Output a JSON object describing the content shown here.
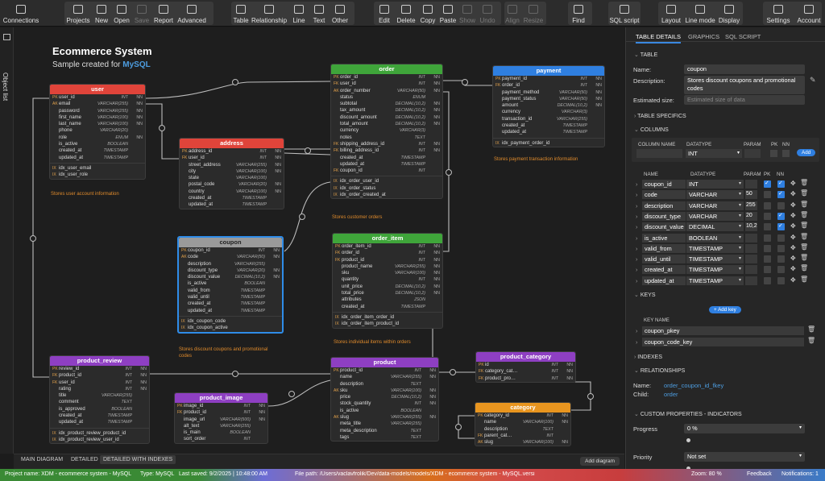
{
  "toolbar": {
    "items": [
      {
        "label": "Connections",
        "icon": "connections-icon"
      },
      {
        "label": "Projects",
        "icon": "projects-icon"
      },
      {
        "label": "New",
        "icon": "new-icon"
      },
      {
        "label": "Open",
        "icon": "open-icon"
      },
      {
        "label": "Save",
        "icon": "save-icon",
        "disabled": true
      },
      {
        "label": "Report",
        "icon": "report-icon"
      },
      {
        "label": "Advanced",
        "icon": "advanced-icon"
      },
      {
        "label": "Table",
        "icon": "table-icon"
      },
      {
        "label": "Relationship",
        "icon": "relationship-icon"
      },
      {
        "label": "Line",
        "icon": "line-icon"
      },
      {
        "label": "Text",
        "icon": "text-icon"
      },
      {
        "label": "Other",
        "icon": "other-icon"
      },
      {
        "label": "Edit",
        "icon": "edit-icon"
      },
      {
        "label": "Delete",
        "icon": "delete-icon"
      },
      {
        "label": "Copy",
        "icon": "copy-icon"
      },
      {
        "label": "Paste",
        "icon": "paste-icon"
      },
      {
        "label": "Show",
        "icon": "show-icon",
        "disabled": true
      },
      {
        "label": "Undo",
        "icon": "undo-icon",
        "disabled": true
      },
      {
        "label": "Align",
        "icon": "align-icon",
        "disabled": true
      },
      {
        "label": "Resize",
        "icon": "resize-icon",
        "disabled": true
      },
      {
        "label": "Find",
        "icon": "find-icon"
      },
      {
        "label": "SQL script",
        "icon": "sql-script-icon"
      },
      {
        "label": "Layout",
        "icon": "layout-icon"
      },
      {
        "label": "Line mode",
        "icon": "line-mode-icon"
      },
      {
        "label": "Display",
        "icon": "display-icon"
      },
      {
        "label": "Settings",
        "icon": "settings-icon"
      },
      {
        "label": "Account",
        "icon": "account-icon"
      }
    ]
  },
  "sidebar": {
    "label": "Object list"
  },
  "diagram": {
    "title": "Ecommerce System",
    "subtitle_prefix": "Sample created for ",
    "subtitle_brand": "MySQL",
    "tables": {
      "user": {
        "name": "user",
        "color": "#e0443a",
        "rows": [
          [
            "PK",
            "user_id",
            "INT",
            "NN"
          ],
          [
            "AK",
            "email",
            "VARCHAR(255)",
            "NN"
          ],
          [
            "",
            "password",
            "VARCHAR(255)",
            "NN"
          ],
          [
            "",
            "first_name",
            "VARCHAR(100)",
            "NN"
          ],
          [
            "",
            "last_name",
            "VARCHAR(100)",
            "NN"
          ],
          [
            "",
            "phone",
            "VARCHAR(20)",
            ""
          ],
          [
            "",
            "role",
            "ENUM",
            "NN"
          ],
          [
            "",
            "is_active",
            "BOOLEAN",
            ""
          ],
          [
            "",
            "created_at",
            "TIMESTAMP",
            ""
          ],
          [
            "",
            "updated_at",
            "TIMESTAMP",
            ""
          ]
        ],
        "indexes": [
          "idx_user_email",
          "idx_user_role"
        ],
        "note": "Stores user account information"
      },
      "address": {
        "name": "address",
        "color": "#e0443a",
        "rows": [
          [
            "PK",
            "address_id",
            "INT",
            "NN"
          ],
          [
            "FK",
            "user_id",
            "INT",
            "NN"
          ],
          [
            "",
            "street_address",
            "VARCHAR(255)",
            "NN"
          ],
          [
            "",
            "city",
            "VARCHAR(100)",
            "NN"
          ],
          [
            "",
            "state",
            "VARCHAR(100)",
            ""
          ],
          [
            "",
            "postal_code",
            "VARCHAR(20)",
            "NN"
          ],
          [
            "",
            "country",
            "VARCHAR(100)",
            "NN"
          ],
          [
            "",
            "created_at",
            "TIMESTAMP",
            ""
          ],
          [
            "",
            "updated_at",
            "TIMESTAMP",
            ""
          ]
        ]
      },
      "order": {
        "name": "order",
        "color": "#3fa53a",
        "rows": [
          [
            "PK",
            "order_id",
            "INT",
            "NN"
          ],
          [
            "FK",
            "user_id",
            "INT",
            "NN"
          ],
          [
            "AK",
            "order_number",
            "VARCHAR(50)",
            "NN"
          ],
          [
            "",
            "status",
            "ENUM",
            ""
          ],
          [
            "",
            "subtotal",
            "DECIMAL(10,2)",
            "NN"
          ],
          [
            "",
            "tax_amount",
            "DECIMAL(10,2)",
            "NN"
          ],
          [
            "",
            "discount_amount",
            "DECIMAL(10,2)",
            "NN"
          ],
          [
            "",
            "total_amount",
            "DECIMAL(10,2)",
            "NN"
          ],
          [
            "",
            "currency",
            "VARCHAR(3)",
            ""
          ],
          [
            "",
            "notes",
            "TEXT",
            ""
          ],
          [
            "FK",
            "shipping_address_id",
            "INT",
            "NN"
          ],
          [
            "FK",
            "billing_address_id",
            "INT",
            "NN"
          ],
          [
            "",
            "created_at",
            "TIMESTAMP",
            ""
          ],
          [
            "",
            "updated_at",
            "TIMESTAMP",
            ""
          ],
          [
            "FK",
            "coupon_id",
            "INT",
            ""
          ]
        ],
        "indexes": [
          "idx_order_user_id",
          "idx_order_status",
          "idx_order_created_at"
        ],
        "note": "Stores customer orders"
      },
      "payment": {
        "name": "payment",
        "color": "#2f7fe0",
        "rows": [
          [
            "PK",
            "payment_id",
            "INT",
            "NN"
          ],
          [
            "FK",
            "order_id",
            "INT",
            "NN"
          ],
          [
            "",
            "payment_method",
            "VARCHAR(50)",
            "NN"
          ],
          [
            "",
            "payment_status",
            "VARCHAR(50)",
            "NN"
          ],
          [
            "",
            "amount",
            "DECIMAL(10,2)",
            "NN"
          ],
          [
            "",
            "currency",
            "VARCHAR(3)",
            ""
          ],
          [
            "",
            "transaction_id",
            "VARCHAR(255)",
            ""
          ],
          [
            "",
            "created_at",
            "TIMESTAMP",
            ""
          ],
          [
            "",
            "updated_at",
            "TIMESTAMP",
            ""
          ]
        ],
        "indexes": [
          "idx_payment_order_id"
        ],
        "note": "Stores payment transaction information"
      },
      "coupon": {
        "name": "coupon",
        "color": "#9a9a9a",
        "rows": [
          [
            "PK",
            "coupon_id",
            "INT",
            "NN"
          ],
          [
            "AK",
            "code",
            "VARCHAR(50)",
            "NN"
          ],
          [
            "",
            "description",
            "VARCHAR(255)",
            ""
          ],
          [
            "",
            "discount_type",
            "VARCHAR(20)",
            "NN"
          ],
          [
            "",
            "discount_value",
            "DECIMAL(10,2)",
            "NN"
          ],
          [
            "",
            "is_active",
            "BOOLEAN",
            ""
          ],
          [
            "",
            "valid_from",
            "TIMESTAMP",
            ""
          ],
          [
            "",
            "valid_until",
            "TIMESTAMP",
            ""
          ],
          [
            "",
            "created_at",
            "TIMESTAMP",
            ""
          ],
          [
            "",
            "updated_at",
            "TIMESTAMP",
            ""
          ]
        ],
        "indexes": [
          "idx_coupon_code",
          "idx_coupon_active"
        ],
        "note": "Stores discount coupons and promotional codes"
      },
      "order_item": {
        "name": "order_item",
        "color": "#3fa53a",
        "rows": [
          [
            "PK",
            "order_item_id",
            "INT",
            "NN"
          ],
          [
            "FK",
            "order_id",
            "INT",
            "NN"
          ],
          [
            "FK",
            "product_id",
            "INT",
            "NN"
          ],
          [
            "",
            "product_name",
            "VARCHAR(255)",
            "NN"
          ],
          [
            "",
            "sku",
            "VARCHAR(100)",
            "NN"
          ],
          [
            "",
            "quantity",
            "INT",
            "NN"
          ],
          [
            "",
            "unit_price",
            "DECIMAL(10,2)",
            "NN"
          ],
          [
            "",
            "total_price",
            "DECIMAL(10,2)",
            "NN"
          ],
          [
            "",
            "attributes",
            "JSON",
            ""
          ],
          [
            "",
            "created_at",
            "TIMESTAMP",
            ""
          ]
        ],
        "indexes": [
          "idx_order_item_order_id",
          "idx_order_item_product_id"
        ],
        "note": "Stores individual items within orders"
      },
      "product_review": {
        "name": "product_review",
        "color": "#8e3fc2",
        "rows": [
          [
            "PK",
            "review_id",
            "INT",
            "NN"
          ],
          [
            "FK",
            "product_id",
            "INT",
            "NN"
          ],
          [
            "FK",
            "user_id",
            "INT",
            "NN"
          ],
          [
            "",
            "rating",
            "INT",
            "NN"
          ],
          [
            "",
            "title",
            "VARCHAR(255)",
            ""
          ],
          [
            "",
            "comment",
            "TEXT",
            ""
          ],
          [
            "",
            "is_approved",
            "BOOLEAN",
            ""
          ],
          [
            "",
            "created_at",
            "TIMESTAMP",
            ""
          ],
          [
            "",
            "updated_at",
            "TIMESTAMP",
            ""
          ]
        ],
        "indexes": [
          "idx_product_review_product_id",
          "idx_product_review_user_id"
        ]
      },
      "product_image": {
        "name": "product_image",
        "color": "#8e3fc2",
        "rows": [
          [
            "PK",
            "image_id",
            "INT",
            "NN"
          ],
          [
            "FK",
            "product_id",
            "INT",
            "NN"
          ],
          [
            "",
            "image_url",
            "VARCHAR(500)",
            "NN"
          ],
          [
            "",
            "alt_text",
            "VARCHAR(255)",
            ""
          ],
          [
            "",
            "is_main",
            "BOOLEAN",
            ""
          ],
          [
            "",
            "sort_order",
            "INT",
            ""
          ]
        ]
      },
      "product": {
        "name": "product",
        "color": "#8e3fc2",
        "rows": [
          [
            "PK",
            "product_id",
            "INT",
            "NN"
          ],
          [
            "",
            "name",
            "VARCHAR(255)",
            "NN"
          ],
          [
            "",
            "description",
            "TEXT",
            ""
          ],
          [
            "AK",
            "sku",
            "VARCHAR(100)",
            "NN"
          ],
          [
            "",
            "price",
            "DECIMAL(10,2)",
            "NN"
          ],
          [
            "",
            "stock_quantity",
            "INT",
            "NN"
          ],
          [
            "",
            "is_active",
            "BOOLEAN",
            ""
          ],
          [
            "AK",
            "slug",
            "VARCHAR(255)",
            "NN"
          ],
          [
            "",
            "meta_title",
            "VARCHAR(255)",
            ""
          ],
          [
            "",
            "meta_description",
            "TEXT",
            ""
          ],
          [
            "",
            "tags",
            "TEXT",
            ""
          ]
        ]
      },
      "product_category": {
        "name": "product_category",
        "color": "#8e3fc2",
        "rows": [
          [
            "PK",
            "id",
            "INT",
            "NN"
          ],
          [
            "FK",
            "category_category_id",
            "INT",
            "NN"
          ],
          [
            "FK",
            "product_product_id",
            "INT",
            "NN"
          ]
        ]
      },
      "category": {
        "name": "category",
        "color": "#e8951f",
        "rows": [
          [
            "PK",
            "category_id",
            "INT",
            "NN"
          ],
          [
            "",
            "name",
            "VARCHAR(100)",
            "NN"
          ],
          [
            "",
            "description",
            "TEXT",
            ""
          ],
          [
            "FK",
            "parent_category_id",
            "INT",
            ""
          ],
          [
            "AK",
            "slug",
            "VARCHAR(100)",
            "NN"
          ]
        ]
      }
    }
  },
  "bottom_tabs": [
    "MAIN DIAGRAM",
    "DETAILED",
    "DETAILED WITH INDEXES"
  ],
  "add_diagram": "Add diagram",
  "status": {
    "project": "Project name: XDM - ecommerce system - MySQL",
    "type": "Type: MySQL",
    "saved": "Last saved: 9/2/2025 | 10:48:00 AM",
    "path": "File path: /Users/vaclavfrolik/Dev/data-models/models/XDM - ecommerce system - MySQL.versi",
    "zoom": "Zoom: 80 %",
    "feedback": "Feedback",
    "notifications": "Notifications: 1"
  },
  "panel": {
    "tabs": [
      "TABLE DETAILS",
      "GRAPHICS",
      "SQL SCRIPT"
    ],
    "table_section": "TABLE",
    "name_label": "Name:",
    "name_value": "coupon",
    "desc_label": "Description:",
    "desc_value": "Stores discount coupons and promotional codes",
    "est_label": "Estimated size:",
    "est_placeholder": "Estimated size of data",
    "specifics": "TABLE SPECIFICS",
    "columns_section": "COLUMNS",
    "new_col": {
      "h_name": "COLUMN NAME",
      "h_type": "DATATYPE",
      "h_param": "PARAM",
      "h_pk": "PK",
      "h_nn": "NN",
      "datatype": "INT",
      "add": "Add"
    },
    "col_headers": {
      "name": "NAME",
      "type": "DATATYPE",
      "param": "PARAM",
      "pk": "PK",
      "nn": "NN"
    },
    "columns": [
      {
        "name": "coupon_id",
        "type": "INT",
        "param": "",
        "pk": true,
        "nn": true
      },
      {
        "name": "code",
        "type": "VARCHAR",
        "param": "50",
        "pk": false,
        "nn": true
      },
      {
        "name": "description",
        "type": "VARCHAR",
        "param": "255",
        "pk": false,
        "nn": false
      },
      {
        "name": "discount_type",
        "type": "VARCHAR",
        "param": "20",
        "pk": false,
        "nn": true
      },
      {
        "name": "discount_value",
        "type": "DECIMAL",
        "param": "10,2",
        "pk": false,
        "nn": true
      },
      {
        "name": "is_active",
        "type": "BOOLEAN",
        "param": "",
        "pk": false,
        "nn": false
      },
      {
        "name": "valid_from",
        "type": "TIMESTAMP",
        "param": "",
        "pk": false,
        "nn": false
      },
      {
        "name": "valid_until",
        "type": "TIMESTAMP",
        "param": "",
        "pk": false,
        "nn": false
      },
      {
        "name": "created_at",
        "type": "TIMESTAMP",
        "param": "",
        "pk": false,
        "nn": false
      },
      {
        "name": "updated_at",
        "type": "TIMESTAMP",
        "param": "",
        "pk": false,
        "nn": false
      }
    ],
    "keys_section": "KEYS",
    "add_key": "+ Add key",
    "key_name_header": "KEY NAME",
    "keys": [
      "coupon_pkey",
      "coupon_code_key"
    ],
    "indexes_section": "INDEXES",
    "relationships_section": "RELATIONSHIPS",
    "rel_name_label": "Name:",
    "rel_name": "order_coupon_id_fkey",
    "rel_child_label": "Child:",
    "rel_child": "order",
    "custom_section": "CUSTOM PROPERTIES - INDICATORS",
    "progress_label": "Progress",
    "progress_value": "0 %",
    "priority_label": "Priority",
    "priority_value": "Not set"
  }
}
